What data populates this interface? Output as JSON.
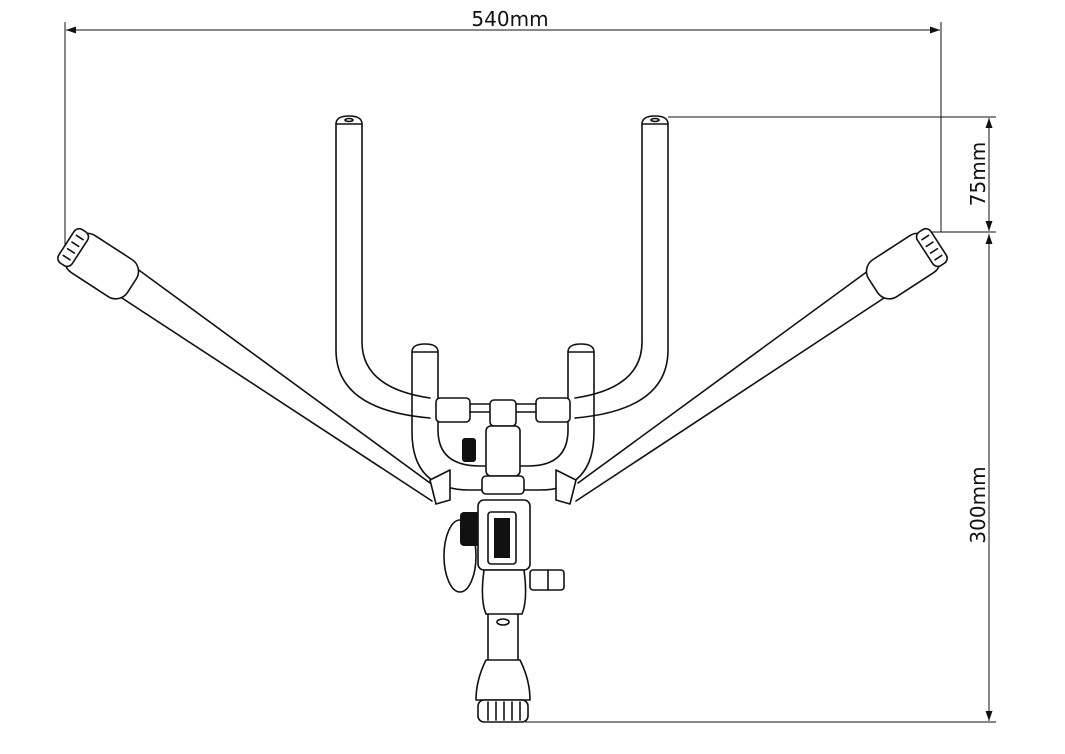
{
  "dimensions": {
    "width": "540mm",
    "offset": "75mm",
    "height": "300mm"
  },
  "colors": {
    "line": "#111111",
    "background": "#ffffff"
  }
}
